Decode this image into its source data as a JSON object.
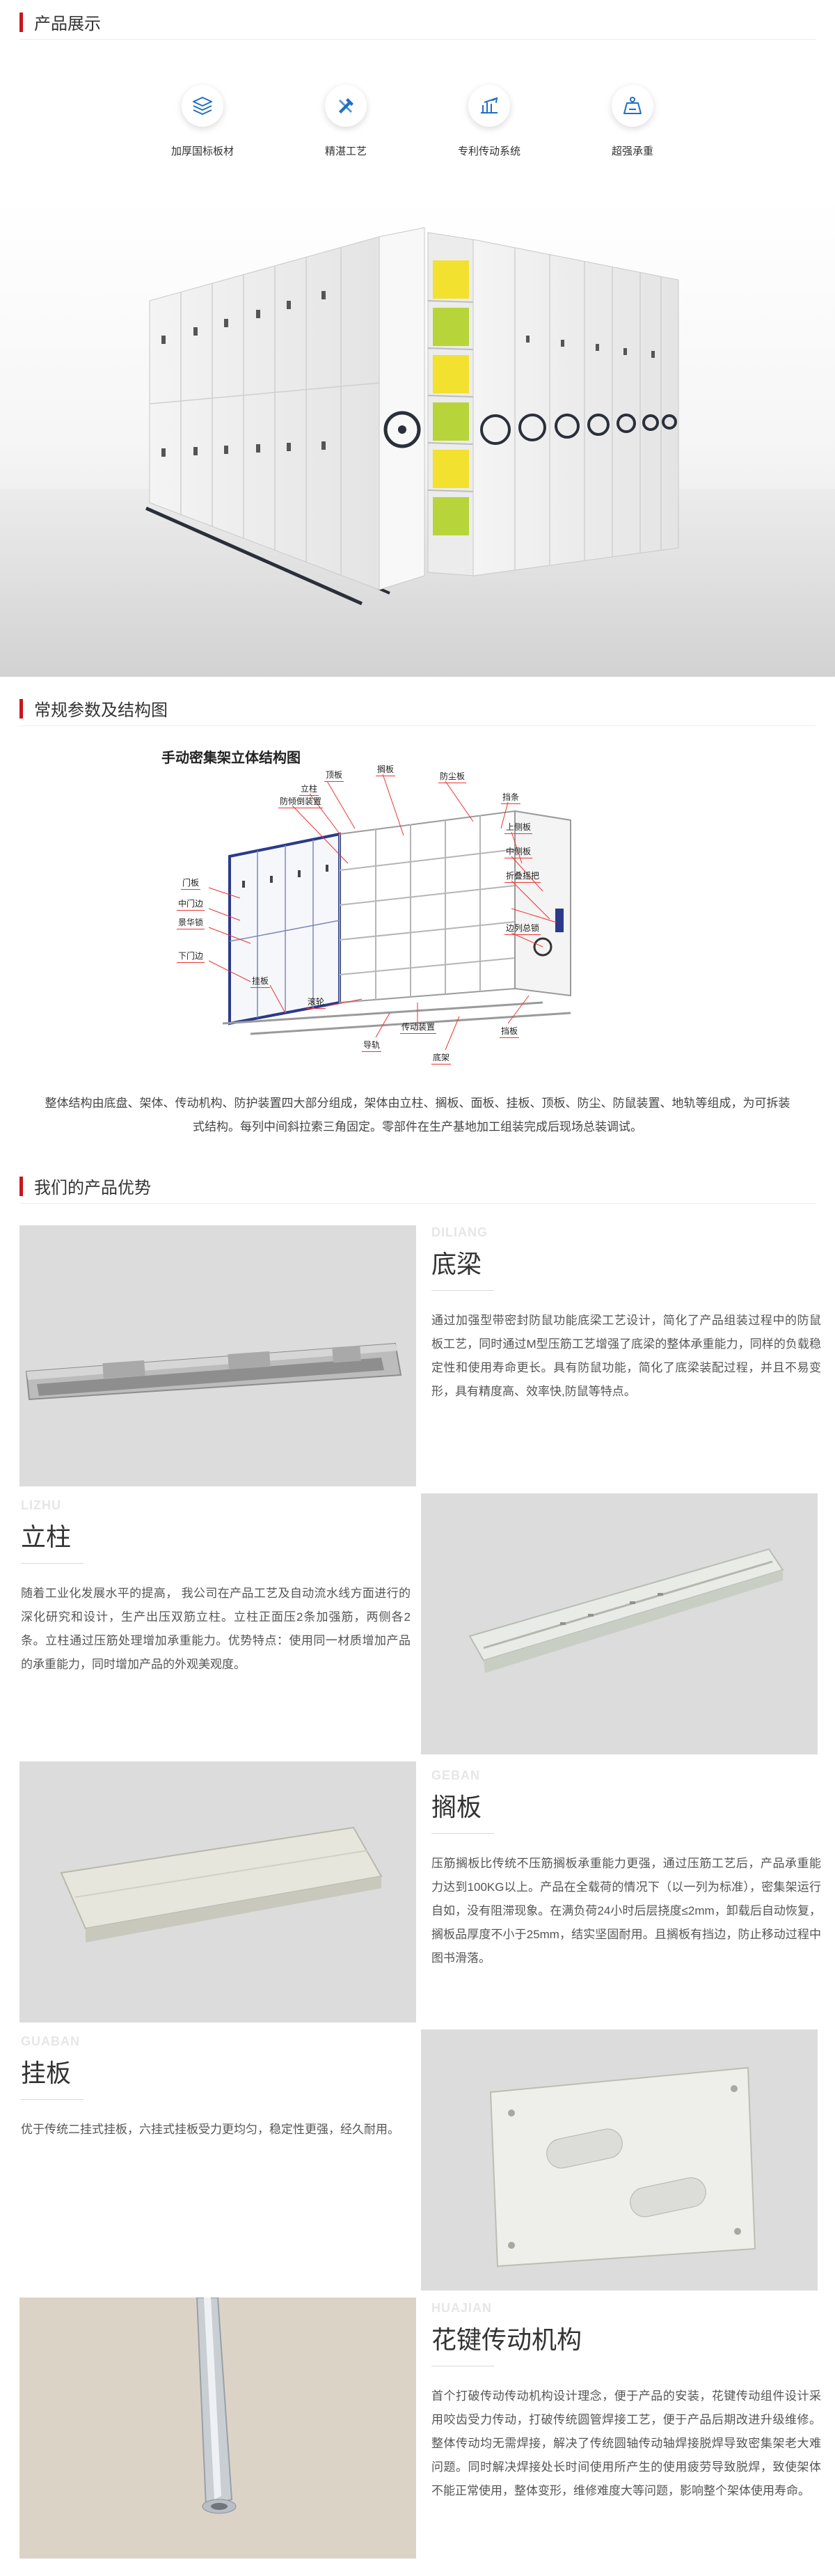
{
  "sections": {
    "display": "产品展示",
    "params": "常规参数及结构图",
    "advantages": "我们的产品优势"
  },
  "features": [
    {
      "icon": "layers-icon",
      "label": "加厚国标板材"
    },
    {
      "icon": "tools-icon",
      "label": "精湛工艺"
    },
    {
      "icon": "transmission-icon",
      "label": "专利传动系统"
    },
    {
      "icon": "weight-icon",
      "label": "超强承重"
    }
  ],
  "diagram": {
    "title": "手动密集架立体结构图",
    "callouts": {
      "dingban": "顶板",
      "lizhu": "立柱",
      "geban": "搁板",
      "fangchenban": "防尘板",
      "dangtiao": "挡条",
      "qiaoban": "挡板",
      "shangceban": "上侧板",
      "zhongceban": "中侧板",
      "zhediebashou": "折叠摇把",
      "bianluzongsuo": "边列总锁",
      "menban": "门板",
      "zhongmenbian": "中门边",
      "jinghuasuo": "景华锁",
      "xiamenbian": "下门边",
      "guatiao": "挂板",
      "fangqingdaolun": "防倾倒装置",
      "gunlun": "滚轮",
      "chuandongzhuangzhi": "传动装置",
      "guidao": "导轨",
      "dijia": "底架"
    }
  },
  "description": "整体结构由底盘、架体、传动机构、防护装置四大部分组成，架体由立柱、搁板、面板、挂板、顶板、防尘、防鼠装置、地轨等组成，为可拆装式结构。每列中间斜拉索三角固定。零部件在生产基地加工组装完成后现场总装调试。",
  "advantages": [
    {
      "pinyin": "DILIANG",
      "name": "底梁",
      "body": "通过加强型带密封防鼠功能底梁工艺设计，简化了产品组装过程中的防鼠板工艺，同时通过M型压筋工艺增强了底梁的整体承重能力，同样的负载稳定性和使用寿命更长。具有防鼠功能，简化了底梁装配过程，并且不易变形，具有精度高、效率快,防鼠等特点。"
    },
    {
      "pinyin": "LIZHU",
      "name": "立柱",
      "body": "随着工业化发展水平的提高， 我公司在产品工艺及自动流水线方面进行的深化研究和设计，生产出压双筋立柱。立柱正面压2条加强筋，两侧各2条。立柱通过压筋处理增加承重能力。优势特点：使用同一材质增加产品的承重能力，同时增加产品的外观美观度。"
    },
    {
      "pinyin": "GEBAN",
      "name": "搁板",
      "body": "压筋搁板比传统不压筋搁板承重能力更强，通过压筋工艺后，产品承重能力达到100KG以上。产品在全载荷的情况下（以一列为标准），密集架运行自如，没有阻滞现象。在满负荷24小时后层挠度≤2mm，卸载后自动恢复，搁板品厚度不小于25mm，结实坚固耐用。且搁板有挡边，防止移动过程中图书滑落。"
    },
    {
      "pinyin": "GUABAN",
      "name": "挂板",
      "body": "优于传统二挂式挂板，六挂式挂板受力更均匀，稳定性更强，经久耐用。"
    },
    {
      "pinyin": "HUAJIAN",
      "name": "花键传动机构",
      "body": "首个打破传动传动机构设计理念，便于产品的安装，花键传动组件设计采用咬齿受力传动，打破传统圆管焊接工艺，便于产品后期改进升级维修。整体传动均无需焊接，解决了传统圆轴传动轴焊接脱焊导致密集架老大难问题。同时解决焊接处长时间使用所产生的使用疲劳导致脱焊，致使架体不能正常使用，整体变形，维修难度大等问题，影响整个架体使用寿命。"
    }
  ],
  "colors": {
    "accent": "#c8161d",
    "icon_blue": "#1f6fc1",
    "wheel": "#2a2f3a",
    "shelf_green": "#b7d53a",
    "shelf_yellow": "#f2e12e"
  }
}
